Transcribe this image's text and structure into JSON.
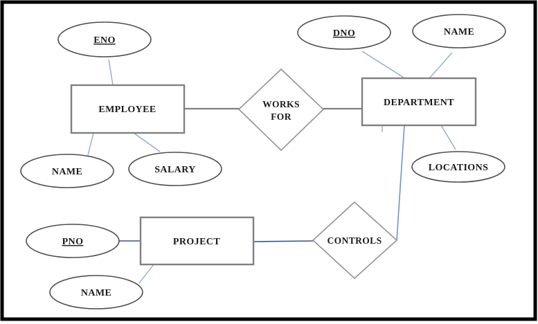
{
  "diagram": {
    "colors": {
      "attribute_line": "#8faadc",
      "relationship_line": "#7f7f7f",
      "project_line": "#2f5496",
      "department_controls_line": "#6f92cf",
      "frame": "#000000",
      "background": "#ffffff",
      "text": "#1a1a1a"
    },
    "entities": {
      "employee": {
        "label": "EMPLOYEE"
      },
      "department": {
        "label": "DEPARTMENT"
      },
      "project": {
        "label": "PROJECT"
      }
    },
    "relationships": {
      "works_for": {
        "label_line1": "WORKS",
        "label_line2": "FOR"
      },
      "controls": {
        "label": "CONTROLS"
      }
    },
    "attributes": {
      "eno": {
        "label": "ENO",
        "is_key": true
      },
      "employee_name": {
        "label": "NAME",
        "is_key": false
      },
      "salary": {
        "label": "SALARY",
        "is_key": false
      },
      "dno": {
        "label": "DNO",
        "is_key": true
      },
      "department_name": {
        "label": "NAME",
        "is_key": false
      },
      "locations": {
        "label": "LOCATIONS",
        "is_key": false
      },
      "pno": {
        "label": "PNO",
        "is_key": true
      },
      "project_name": {
        "label": "NAME",
        "is_key": false
      }
    }
  }
}
